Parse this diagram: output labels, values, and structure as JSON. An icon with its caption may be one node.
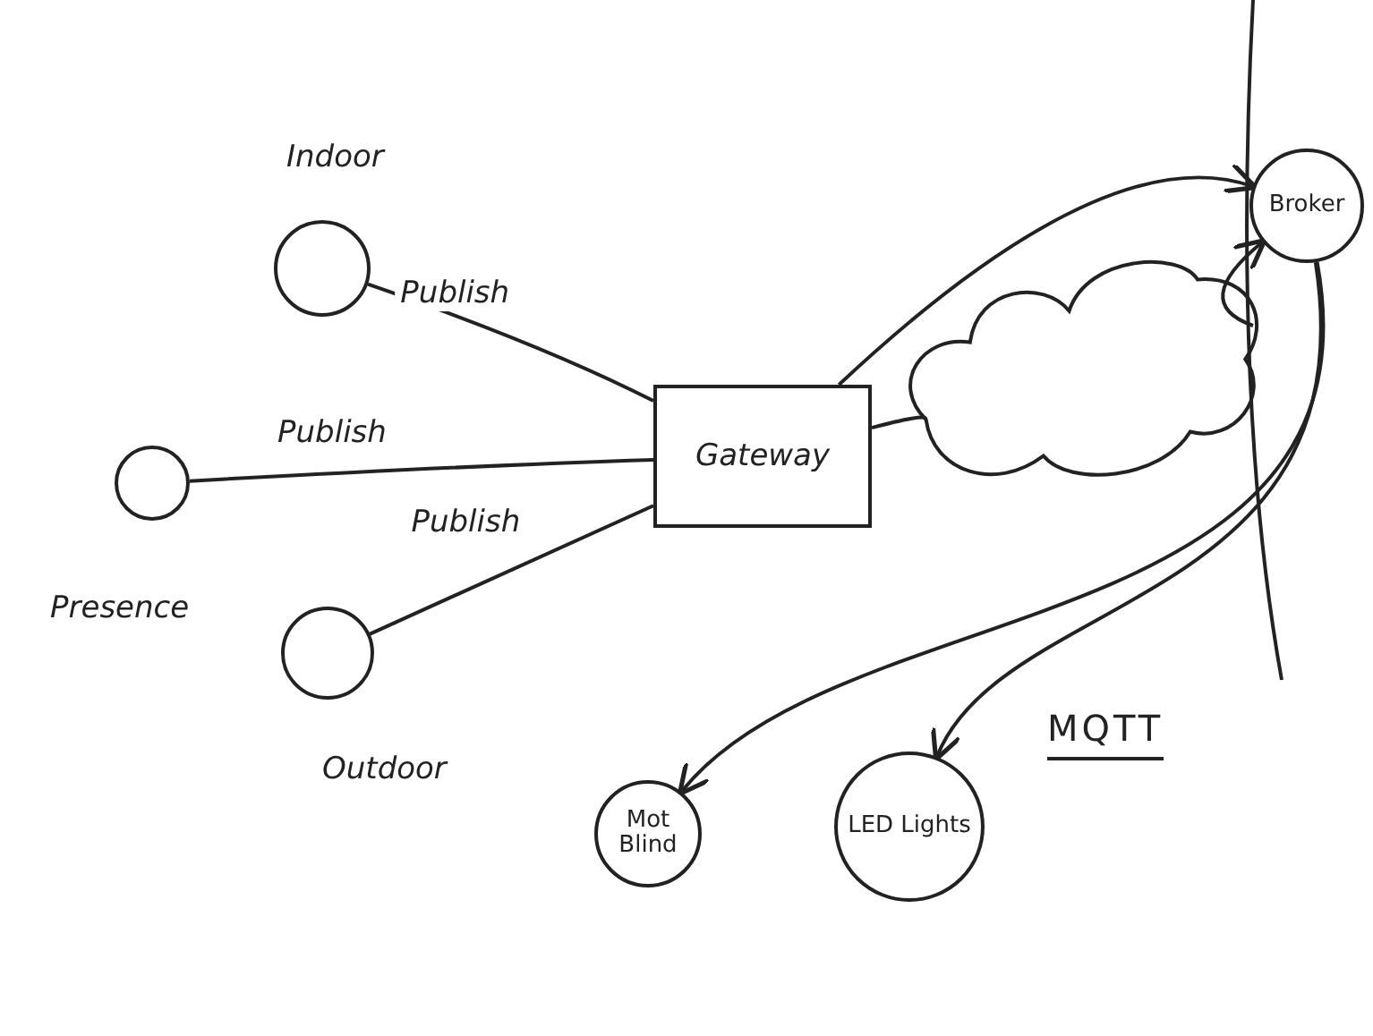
{
  "diagram": {
    "nodes": [
      {
        "text": [
          "Indoor"
        ]
      },
      {
        "text": [
          "Presence"
        ]
      },
      {
        "text": [
          "Outdoor"
        ]
      },
      {
        "text": [
          "Gateway"
        ]
      },
      {
        "text": [],
        "shape": "cloud"
      },
      {
        "text": [
          "Broker"
        ]
      },
      {
        "text": [
          "Mot Blind"
        ]
      },
      {
        "text": [
          "LED Lights"
        ]
      }
    ],
    "edges": [
      {
        "from": 0,
        "to": 3,
        "arrow": "none",
        "label": "Publish"
      },
      {
        "from": 1,
        "to": 3,
        "arrow": "none",
        "label": "Publish"
      },
      {
        "from": 2,
        "to": 3,
        "arrow": "none",
        "label": "Publish"
      },
      {
        "from": 3,
        "to": 5,
        "arrow": "to"
      },
      {
        "from": 3,
        "to": 4,
        "arrow": "none"
      },
      {
        "from": 4,
        "to": 5,
        "arrow": "to"
      },
      {
        "from": 5,
        "to": 6,
        "arrow": "to"
      },
      {
        "from": 5,
        "to": 7,
        "arrow": "to"
      }
    ],
    "labels": [
      "MQTT"
    ]
  }
}
